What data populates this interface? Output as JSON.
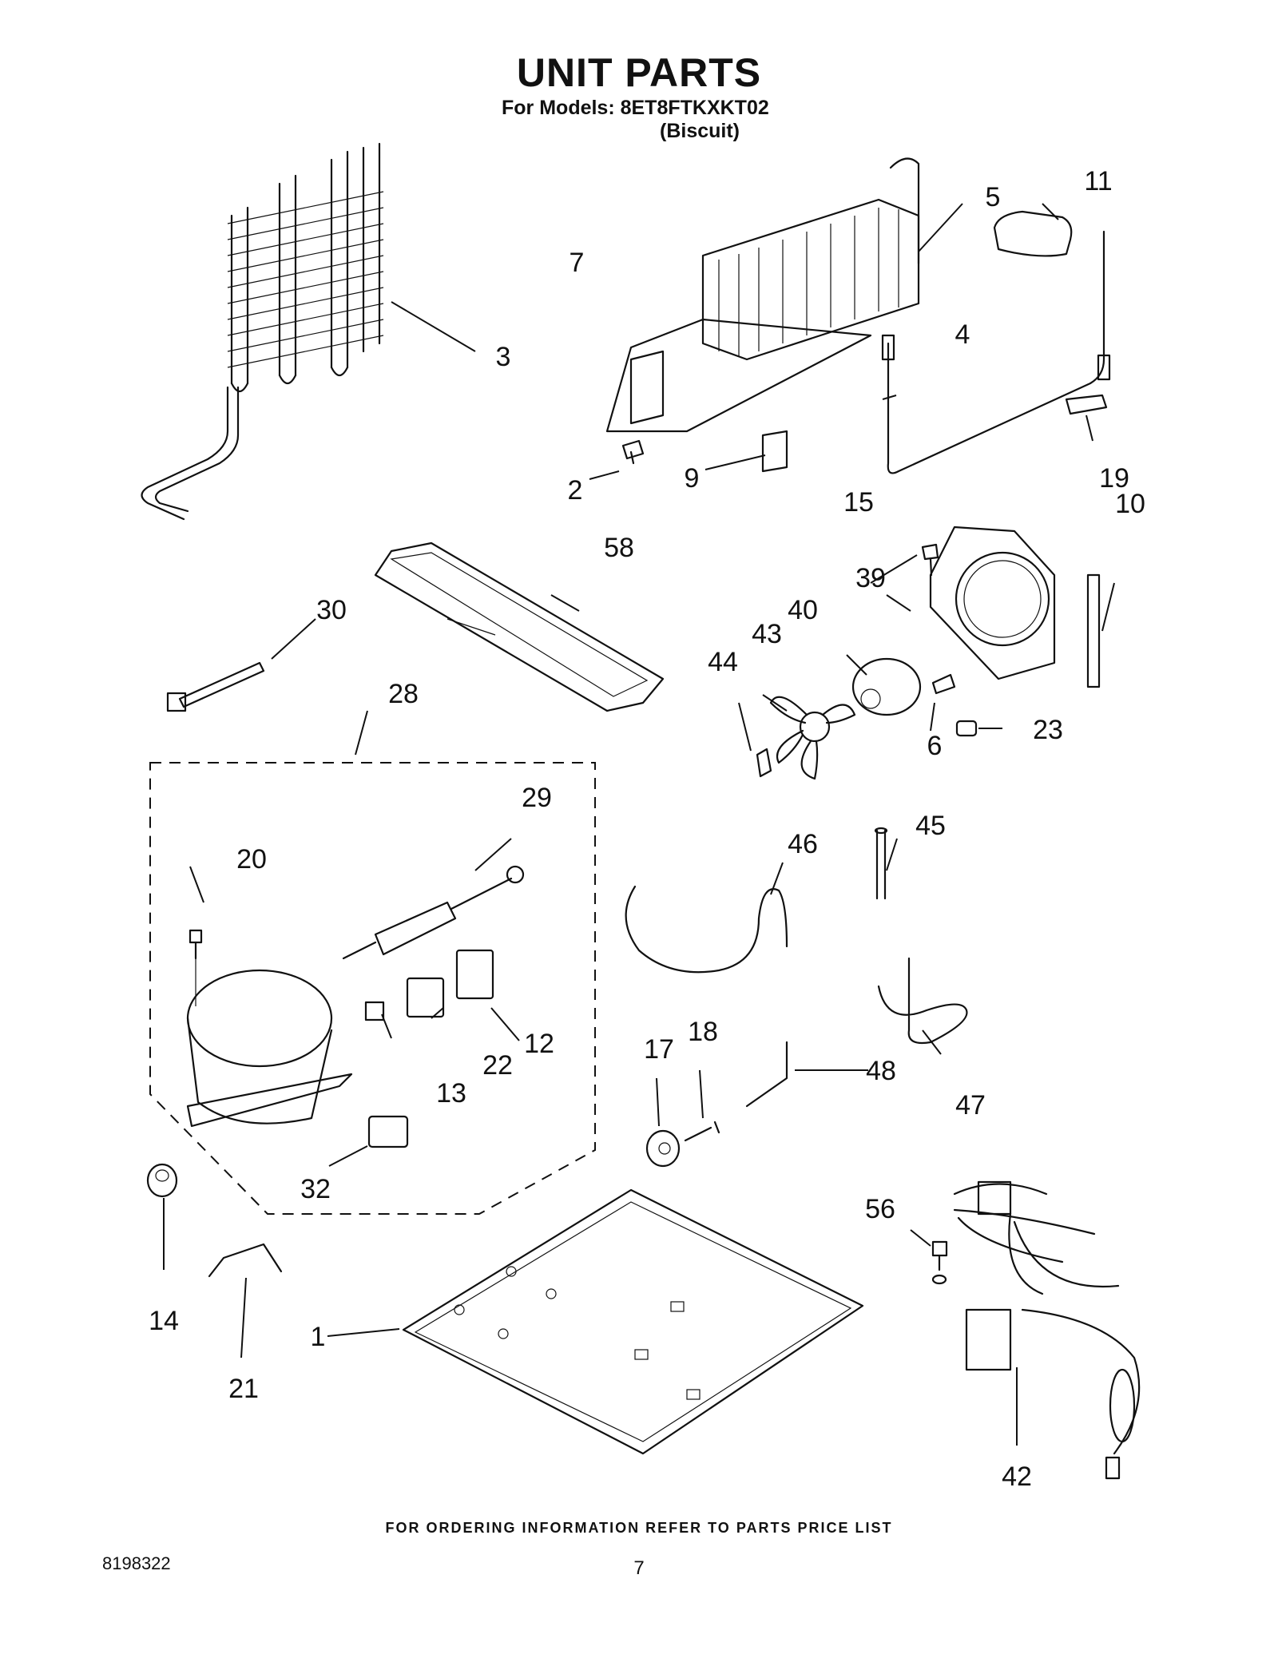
{
  "header": {
    "title": "UNIT PARTS",
    "models_line": "For Models: 8ET8FTKXKT02",
    "color_line": "(Biscuit)"
  },
  "callouts": [
    "1",
    "2",
    "3",
    "4",
    "5",
    "6",
    "7",
    "9",
    "10",
    "11",
    "12",
    "13",
    "14",
    "15",
    "17",
    "18",
    "19",
    "20",
    "21",
    "22",
    "23",
    "28",
    "29",
    "30",
    "32",
    "39",
    "40",
    "42",
    "43",
    "44",
    "45",
    "46",
    "47",
    "48",
    "56",
    "58"
  ],
  "footer": {
    "ordering_note": "FOR ORDERING INFORMATION REFER TO PARTS PRICE LIST",
    "doc_number": "8198322",
    "page_number": "7"
  }
}
